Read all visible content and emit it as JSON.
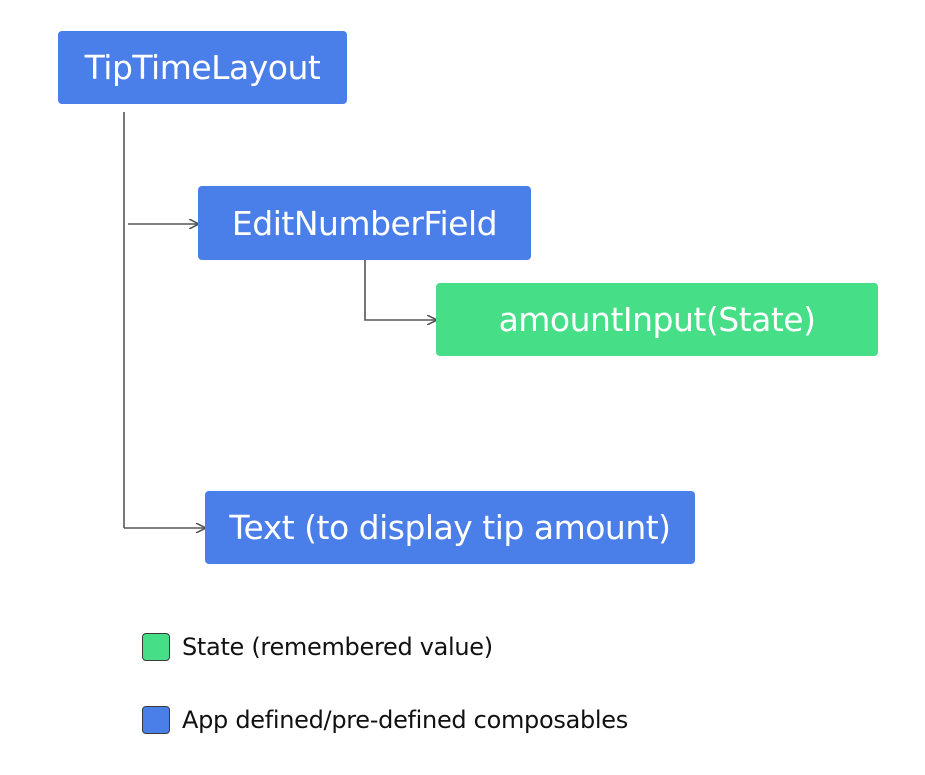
{
  "colors": {
    "composable": "#4a7ee8",
    "state": "#46de87",
    "connector": "#555555"
  },
  "nodes": {
    "tip_time_layout": "TipTimeLayout",
    "edit_number_field": "EditNumberField",
    "amount_input": "amountInput(State)",
    "text_display": "Text (to display tip amount)"
  },
  "legend": {
    "state_label": "State (remembered value)",
    "composable_label": "App defined/pre-defined composables"
  }
}
